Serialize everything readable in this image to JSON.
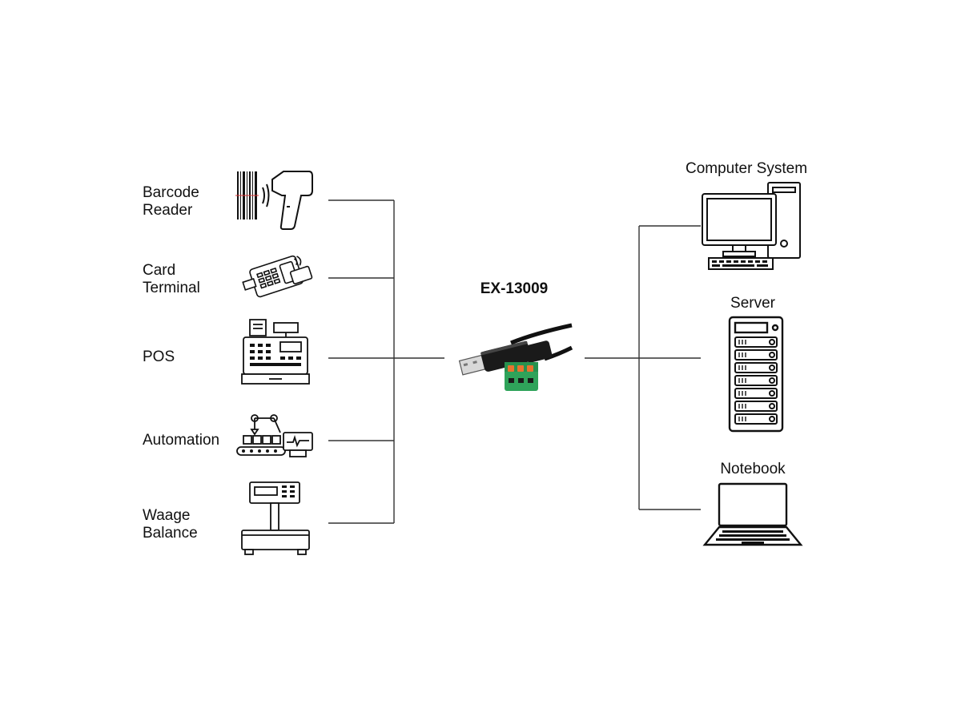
{
  "product": {
    "name": "EX-13009"
  },
  "devices": [
    {
      "label": "Barcode\nReader",
      "icon": "barcode-reader-icon"
    },
    {
      "label": "Card\nTerminal",
      "icon": "card-terminal-icon"
    },
    {
      "label": "POS",
      "icon": "pos-register-icon"
    },
    {
      "label": "Automation",
      "icon": "automation-robot-icon"
    },
    {
      "label": "Waage\nBalance",
      "icon": "scale-icon"
    }
  ],
  "hosts": [
    {
      "label": "Computer System",
      "icon": "desktop-computer-icon"
    },
    {
      "label": "Server",
      "icon": "server-rack-icon"
    },
    {
      "label": "Notebook",
      "icon": "notebook-icon"
    }
  ],
  "colors": {
    "line": "#333333",
    "terminal_green": "#2fa35a",
    "terminal_orange": "#e8732f"
  }
}
